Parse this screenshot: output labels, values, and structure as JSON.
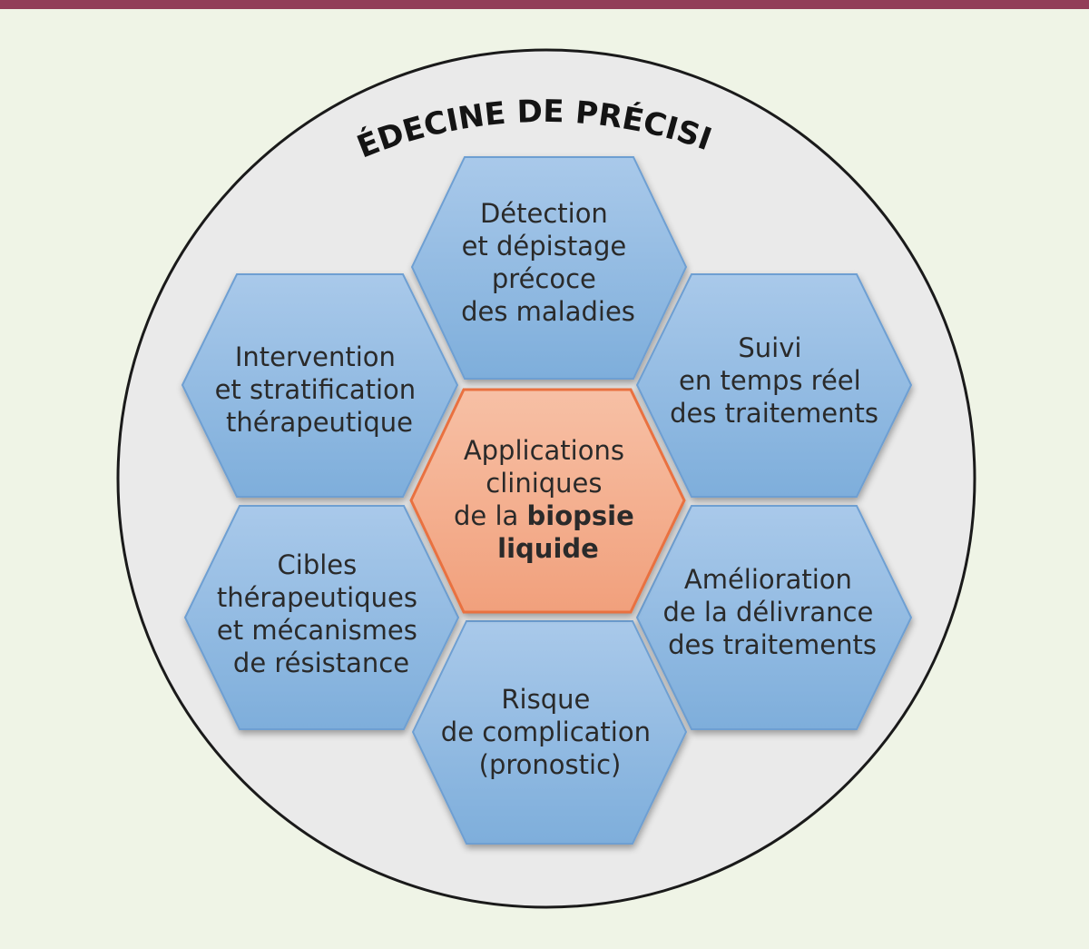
{
  "title": "MÉDECINE DE PRÉCISION",
  "center": {
    "lines": [
      {
        "prefix": "",
        "text": "Applications",
        "bold": ""
      },
      {
        "prefix": "",
        "text": "cliniques",
        "bold": ""
      },
      {
        "prefix": "de la ",
        "text": "",
        "bold": "biopsie"
      },
      {
        "prefix": "",
        "text": "",
        "bold": "liquide"
      }
    ]
  },
  "hexagons": {
    "top": [
      "Détection",
      "et dépistage",
      "précoce",
      "des maladies"
    ],
    "upper_right": [
      "Suivi",
      "en temps réel",
      "des traitements"
    ],
    "lower_right": [
      "Amélioration",
      "de la délivrance",
      "des traitements"
    ],
    "bottom": [
      "Risque",
      "de complication",
      "(pronostic)"
    ],
    "lower_left": [
      "Cibles",
      "thérapeutiques",
      "et mécanismes",
      "de résistance"
    ],
    "upper_left": [
      "Intervention",
      "et stratification",
      "thérapeutique"
    ]
  },
  "colors": {
    "top_bar": "#923e58",
    "background": "#eff4e6",
    "circle_fill": "#eaeaea",
    "circle_stroke": "#1a1a1a",
    "hex_blue_light": "#a9c9ea",
    "hex_blue_dark": "#7eaedb",
    "hex_blue_stroke": "#6e9fd2",
    "hex_orange_light": "#f7c0a5",
    "hex_orange_dark": "#f1a07c",
    "hex_orange_stroke": "#e9713f"
  }
}
